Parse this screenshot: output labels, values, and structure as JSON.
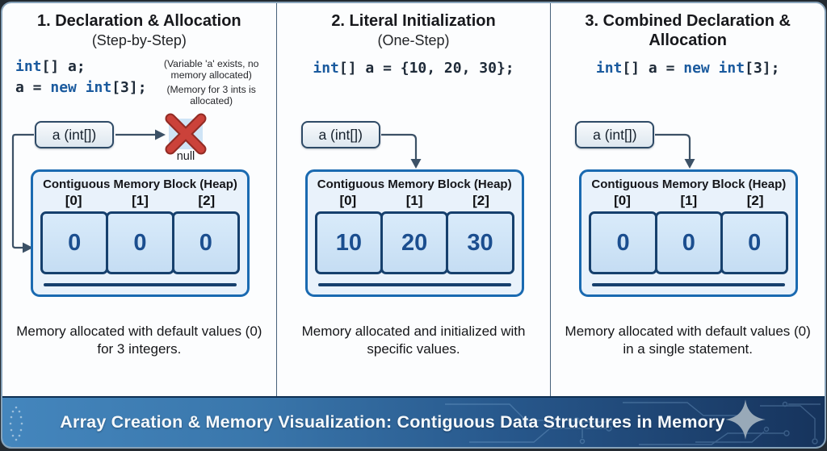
{
  "panels": [
    {
      "title": "1. Declaration & Allocation",
      "subtitle": "(Step-by-Step)",
      "code": [
        {
          "tokens": [
            {
              "text": "int",
              "type": "keyword"
            },
            {
              "text": "[] a;",
              "type": "plain"
            }
          ]
        },
        {
          "tokens": [
            {
              "text": "a = ",
              "type": "plain"
            },
            {
              "text": "new int",
              "type": "keyword"
            },
            {
              "text": "[3];",
              "type": "plain"
            }
          ]
        }
      ],
      "annotations": [
        "(Variable 'a' exists, no memory allocated)",
        "(Memory for 3 ints is allocated)"
      ],
      "var_label": "a (int[])",
      "null_label": "null",
      "memory": {
        "title": "Contiguous Memory Block (Heap)",
        "indices": [
          "[0]",
          "[1]",
          "[2]"
        ],
        "values": [
          "0",
          "0",
          "0"
        ]
      },
      "caption": "Memory allocated with default values (0) for 3 integers."
    },
    {
      "title": "2. Literal Initialization",
      "subtitle": "(One-Step)",
      "code": [
        {
          "tokens": [
            {
              "text": "int",
              "type": "keyword"
            },
            {
              "text": "[] a = {10, 20, 30};",
              "type": "plain"
            }
          ]
        }
      ],
      "var_label": "a (int[])",
      "memory": {
        "title": "Contiguous Memory Block (Heap)",
        "indices": [
          "[0]",
          "[1]",
          "[2]"
        ],
        "values": [
          "10",
          "20",
          "30"
        ]
      },
      "caption": "Memory allocated and initialized with specific values."
    },
    {
      "title": "3. Combined Declaration & Allocation",
      "code": [
        {
          "tokens": [
            {
              "text": "int",
              "type": "keyword"
            },
            {
              "text": "[] a = ",
              "type": "plain"
            },
            {
              "text": "new int",
              "type": "keyword"
            },
            {
              "text": "[3];",
              "type": "plain"
            }
          ]
        }
      ],
      "var_label": "a (int[])",
      "memory": {
        "title": "Contiguous Memory Block (Heap)",
        "indices": [
          "[0]",
          "[1]",
          "[2]"
        ],
        "values": [
          "0",
          "0",
          "0"
        ]
      },
      "caption": "Memory allocated with default values (0) in a single statement."
    }
  ],
  "banner": {
    "text": "Array Creation & Memory Visualization: Contiguous Data Structures in Memory",
    "icon": "four-point-star"
  },
  "colors": {
    "keyword_blue": "#1a5a9e",
    "code_dark": "#1e2a38",
    "memory_border_outer": "#1a6ab1",
    "memory_fill": "#e9f2fb",
    "cell_border": "#16406d",
    "cell_fill": "#cde3f6",
    "value_blue": "#1b4e8f",
    "arrow": "#3c5166",
    "error_red": "#c0392b",
    "banner_left": "#4486bd",
    "banner_right": "#16335c",
    "sparkle_gray": "#98a9b8"
  }
}
